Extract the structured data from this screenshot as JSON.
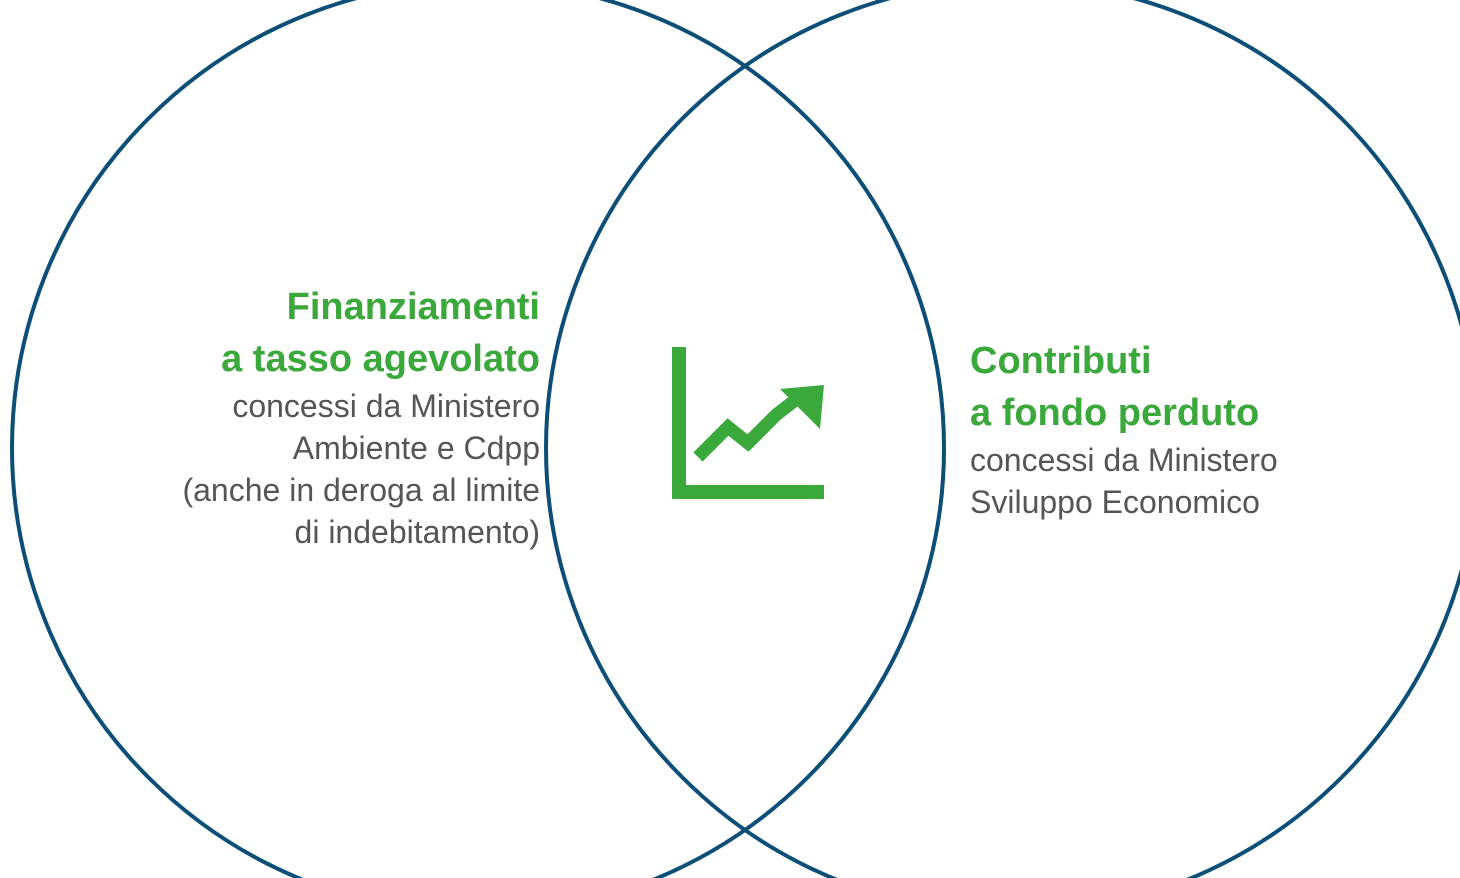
{
  "colors": {
    "circle_stroke": "#0b4f78",
    "accent_green": "#3aa83a",
    "body_text": "#555555"
  },
  "left_circle": {
    "headline_lines": [
      "Finanziamenti",
      "a tasso agevolato"
    ],
    "description_lines": [
      "concessi da Ministero",
      "Ambiente e Cdpp",
      "(anche in deroga al limite",
      "di indebitamento)"
    ]
  },
  "right_circle": {
    "headline_lines": [
      "Contributi",
      "a fondo perduto"
    ],
    "description_lines": [
      "concessi da Ministero",
      "Sviluppo Economico"
    ]
  },
  "center_icon": {
    "name": "growth-chart-icon"
  }
}
